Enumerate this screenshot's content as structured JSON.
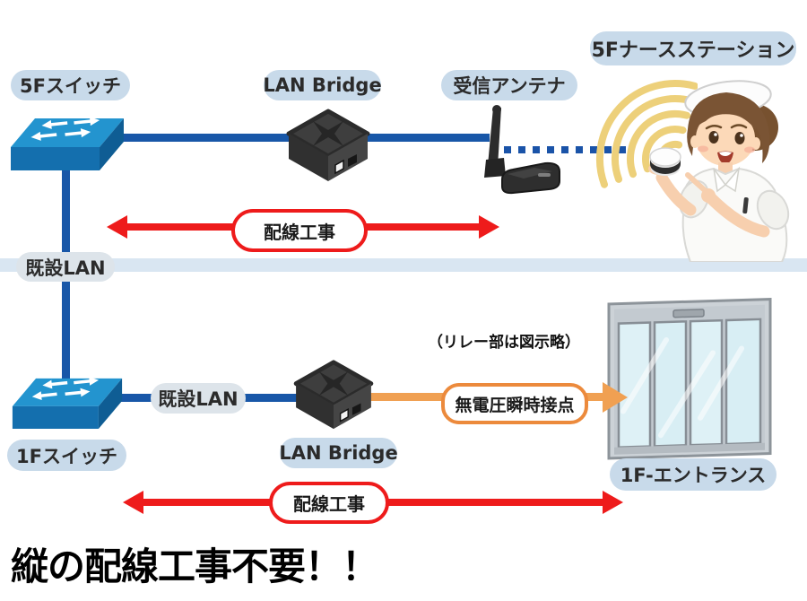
{
  "diagram": {
    "floor5": {
      "switch_label": "5Fスイッチ",
      "bridge_label": "LAN Bridge",
      "antenna_label": "受信アンテナ",
      "station_label": "5Fナースステーション",
      "wiring_label": "配線工事"
    },
    "backbone": {
      "existing_lan_label": "既設LAN"
    },
    "floor1": {
      "switch_label": "1Fスイッチ",
      "existing_lan_label": "既設LAN",
      "bridge_label": "LAN Bridge",
      "relay_note": "（リレー部は図示略）",
      "contact_label": "無電圧瞬時接点",
      "entrance_label": "1F-エントランス",
      "wiring_label": "配線工事"
    },
    "footer_text": "縦の配線工事不要！！"
  },
  "colors": {
    "label_pill_bg": "#c8daea",
    "existing_lan_pill_bg": "#dde4ea",
    "lan_line_blue": "#1857a8",
    "floor_band_blue": "#d9e6f2",
    "wiring_arrow_red": "#ee1b1b",
    "contact_line_orange": "#f0a052",
    "contact_callout_border": "#ec8a3c",
    "switch_blue": "#2394cf",
    "device_dark": "#3e3e3e",
    "wireless_arc_yellow": "#edd07a"
  },
  "icons": [
    "network-switch-icon",
    "lan-bridge-icon",
    "antenna-icon",
    "wifi-arcs-icon",
    "nurse-illustration",
    "call-button-icon",
    "sliding-door-illustration",
    "double-arrow-icon"
  ]
}
